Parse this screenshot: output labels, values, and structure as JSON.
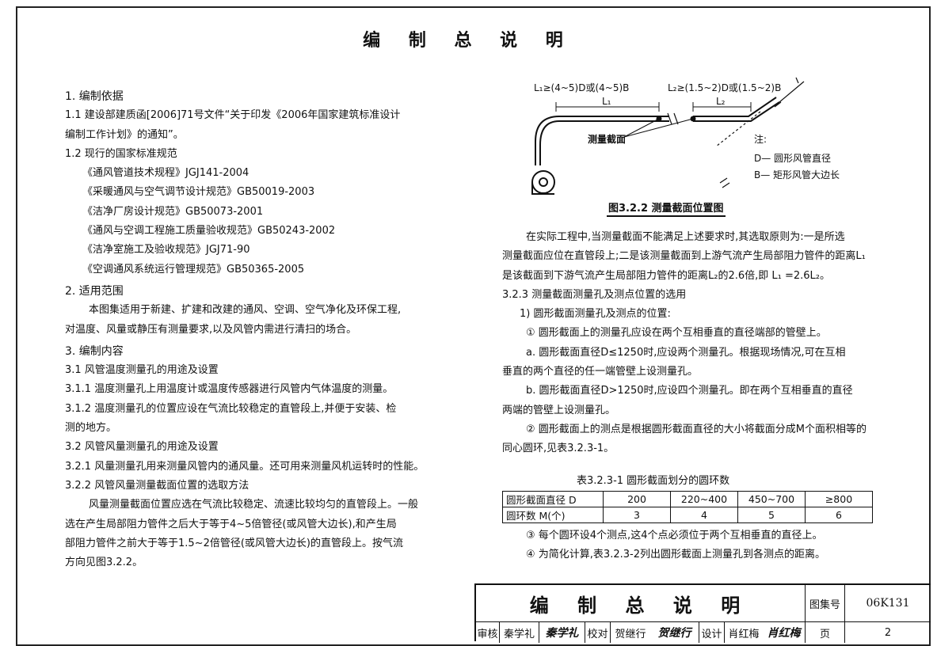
{
  "page": {
    "title": "编 制 总 说 明"
  },
  "left": [
    {
      "text": "1. 编制依据",
      "cls": "sec"
    },
    {
      "text": "1.1 建设部建质函[2006]71号文件“关于印发《2006年国家建筑标准设计",
      "cls": ""
    },
    {
      "text": "编制工作计划》的通知”。",
      "cls": ""
    },
    {
      "text": "1.2 现行的国家标准规范",
      "cls": ""
    },
    {
      "text": "《通风管道技术规程》JGJ141-2004",
      "cls": "ind1"
    },
    {
      "text": "《采暖通风与空气调节设计规范》GB50019-2003",
      "cls": "ind1"
    },
    {
      "text": "《洁净厂房设计规范》GB50073-2001",
      "cls": "ind1"
    },
    {
      "text": "《通风与空调工程施工质量验收规范》GB50243-2002",
      "cls": "ind1"
    },
    {
      "text": "《洁净室施工及验收规范》JGJ71-90",
      "cls": "ind1"
    },
    {
      "text": "《空调通风系统运行管理规范》GB50365-2005",
      "cls": "ind1"
    },
    {
      "text": "2. 适用范围",
      "cls": "sec"
    },
    {
      "text": "本图集适用于新建、扩建和改建的通风、空调、空气净化及环保工程,",
      "cls": "ind2"
    },
    {
      "text": "对温度、风量或静压有测量要求,以及风管内需进行清扫的场合。",
      "cls": ""
    },
    {
      "text": "3. 编制内容",
      "cls": "sec"
    },
    {
      "text": "3.1 风管温度测量孔的用途及设置",
      "cls": ""
    },
    {
      "text": "3.1.1 温度测量孔上用温度计或温度传感器进行风管内气体温度的测量。",
      "cls": ""
    },
    {
      "text": "3.1.2 温度测量孔的位置应设在气流比较稳定的直管段上,并便于安装、检",
      "cls": ""
    },
    {
      "text": "测的地方。",
      "cls": ""
    },
    {
      "text": "3.2 风管风量测量孔的用途及设置",
      "cls": ""
    },
    {
      "text": "3.2.1 风量测量孔用来测量风管内的通风量。还可用来测量风机运转时的性能。",
      "cls": ""
    },
    {
      "text": "3.2.2 风管风量测量截面位置的选取方法",
      "cls": ""
    },
    {
      "text": "风量测量截面位置应选在气流比较稳定、流速比较均匀的直管段上。一般",
      "cls": "ind2"
    },
    {
      "text": "选在产生局部阻力管件之后大于等于4~5倍管径(或风管大边长),和产生局",
      "cls": ""
    },
    {
      "text": "部阻力管件之前大于等于1.5~2倍管径(或风管大边长)的直管段上。按气流",
      "cls": ""
    },
    {
      "text": "方向见图3.2.2。",
      "cls": ""
    }
  ],
  "figure": {
    "label_l1": "L₁≥(4~5)D或(4~5)B",
    "label_l2": "L₂≥(1.5~2)D或(1.5~2)B",
    "dim_l1": "L₁",
    "dim_l2": "L₂",
    "section_label": "测量截面",
    "note_title": "注:",
    "note_d": "D— 圆形风管直径",
    "note_b": "B— 矩形风管大边长",
    "caption": "图3.2.2 测量截面位置图"
  },
  "right": [
    {
      "text": "在实际工程中,当测量截面不能满足上述要求时,其选取原则为:一是所选",
      "cls": "ind2"
    },
    {
      "text": "测量截面应位在直管段上;二是该测量截面到上游气流产生局部阻力管件的距离L₁",
      "cls": ""
    },
    {
      "text": "是该截面到下游气流产生局部阻力管件的距离L₂的2.6倍,即 L₁ =2.6L₂。",
      "cls": ""
    },
    {
      "text": "3.2.3 测量截面测量孔及测点位置的选用",
      "cls": ""
    },
    {
      "text": "1) 圆形截面测量孔及测点的位置:",
      "cls": "ind1"
    },
    {
      "text": "① 圆形截面上的测量孔应设在两个互相垂直的直径端部的管壁上。",
      "cls": "ind2"
    },
    {
      "text": "a. 圆形截面直径D≤1250时,应设两个测量孔。根据现场情况,可在互相",
      "cls": "ind2"
    },
    {
      "text": "垂直的两个直径的任一端管壁上设测量孔。",
      "cls": ""
    },
    {
      "text": "b. 圆形截面直径D>1250时,应设四个测量孔。即在两个互相垂直的直径",
      "cls": "ind2"
    },
    {
      "text": "两端的管壁上设测量孔。",
      "cls": ""
    },
    {
      "text": "② 圆形截面上的测点是根据圆形截面直径的大小将截面分成M个面积相等的",
      "cls": "ind2"
    },
    {
      "text": "同心圆环,见表3.2.3-1。",
      "cls": ""
    }
  ],
  "table": {
    "caption": "表3.2.3-1 圆形截面划分的圆环数",
    "rows": [
      {
        "header": "圆形截面直径 D",
        "cells": [
          "200",
          "220~400",
          "450~700",
          "≥800"
        ]
      },
      {
        "header": "圆环数 M(个)",
        "cells": [
          "3",
          "4",
          "5",
          "6"
        ]
      }
    ]
  },
  "after_table": [
    {
      "text": "③ 每个圆环设4个测点,这4个点必须位于两个互相垂直的直径上。",
      "cls": "ind2"
    },
    {
      "text": "④ 为简化计算,表3.2.3-2列出圆形截面上测量孔到各测点的距离。",
      "cls": "ind2"
    }
  ],
  "title_block": {
    "title": "编 制 总 说 明",
    "atlas_label": "图集号",
    "atlas_no": "06K131",
    "review_label": "审核",
    "review_name": "秦学礼",
    "review_sig": "秦学礼",
    "check_label": "校对",
    "check_name": "贺继行",
    "check_sig": "贺继行",
    "design_label": "设计",
    "design_name": "肖红梅",
    "design_sig": "肖红梅",
    "page_label": "页",
    "page_no": "2"
  }
}
